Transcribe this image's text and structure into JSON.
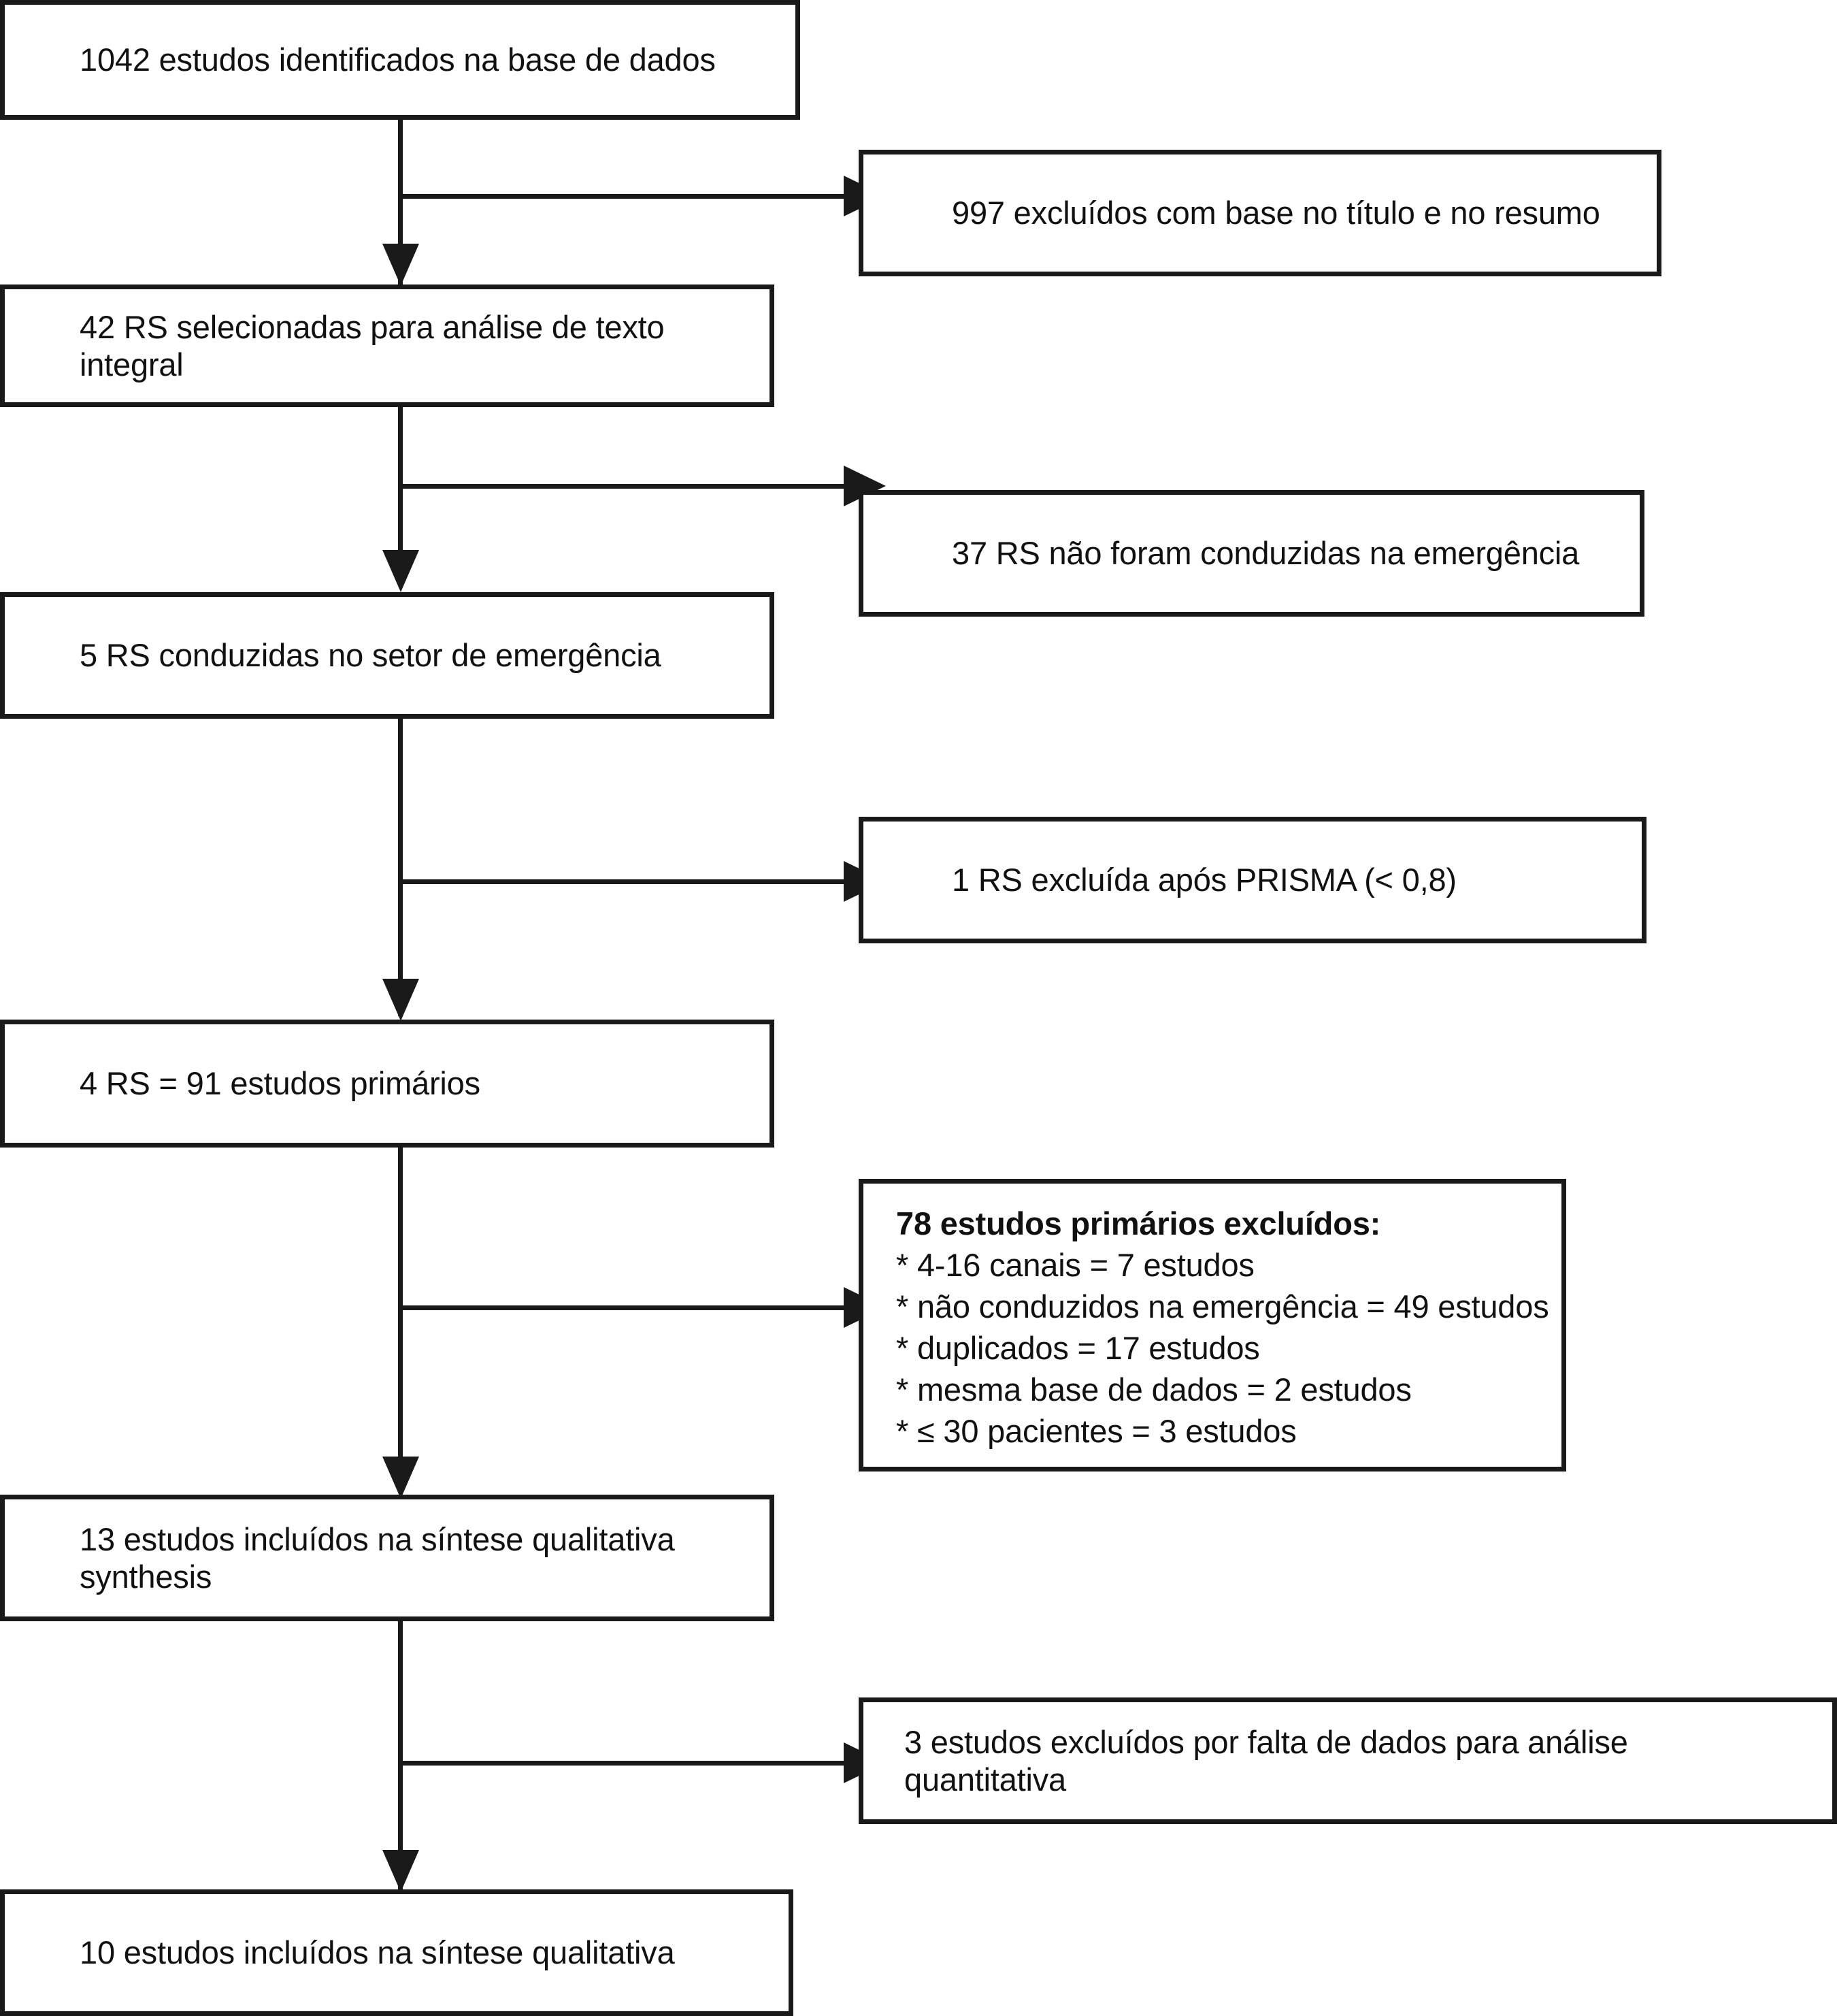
{
  "diagram": {
    "type": "prisma-flow-diagram",
    "language": "pt-BR",
    "colors": {
      "stroke": "#1a1a1a",
      "fill": "#ffffff",
      "text": "#111111"
    },
    "flow_nodes": [
      {
        "id": "identified",
        "column": "left",
        "label": "1042 estudos identificados na base de dados",
        "count": 1042
      },
      {
        "id": "excluded-title-abstract",
        "column": "right",
        "label": "997 excluídos com base no título e no resumo",
        "count": 997
      },
      {
        "id": "full-text",
        "column": "left",
        "label": "42 RS selecionadas para análise de texto integral",
        "count": 42
      },
      {
        "id": "not-emergency",
        "column": "right",
        "label": "37 RS não foram conduzidas na emergência",
        "count": 37
      },
      {
        "id": "emergency-sector",
        "column": "left",
        "label": "5 RS conduzidas no setor de emergência",
        "count": 5
      },
      {
        "id": "prisma-excluded",
        "column": "right",
        "label": "1 RS excluída após PRISMA (< 0,8)",
        "count": 1
      },
      {
        "id": "primary-studies",
        "column": "left",
        "label": "4 RS = 91 estudos primários",
        "count": 91
      },
      {
        "id": "qualitative-13",
        "column": "left",
        "label": "13 estudos incluídos na síntese qualitativa synthesis",
        "count": 13
      },
      {
        "id": "excluded-no-data",
        "column": "right",
        "label": "3 estudos excluídos por falta de dados para análise quantitativa",
        "count": 3
      },
      {
        "id": "qualitative-10",
        "column": "left",
        "label": "10 estudos incluídos na síntese qualitativa",
        "count": 10
      }
    ],
    "exclusions_box": {
      "heading": "78 estudos primários excluídos:",
      "total": 78,
      "items": [
        "* 4-16 canais = 7 estudos",
        "* não conduzidos na emergência = 49 estudos",
        "* duplicados = 17 estudos",
        "* mesma base de dados = 2 estudos",
        "* ≤ 30 pacientes = 3 estudos"
      ]
    }
  }
}
